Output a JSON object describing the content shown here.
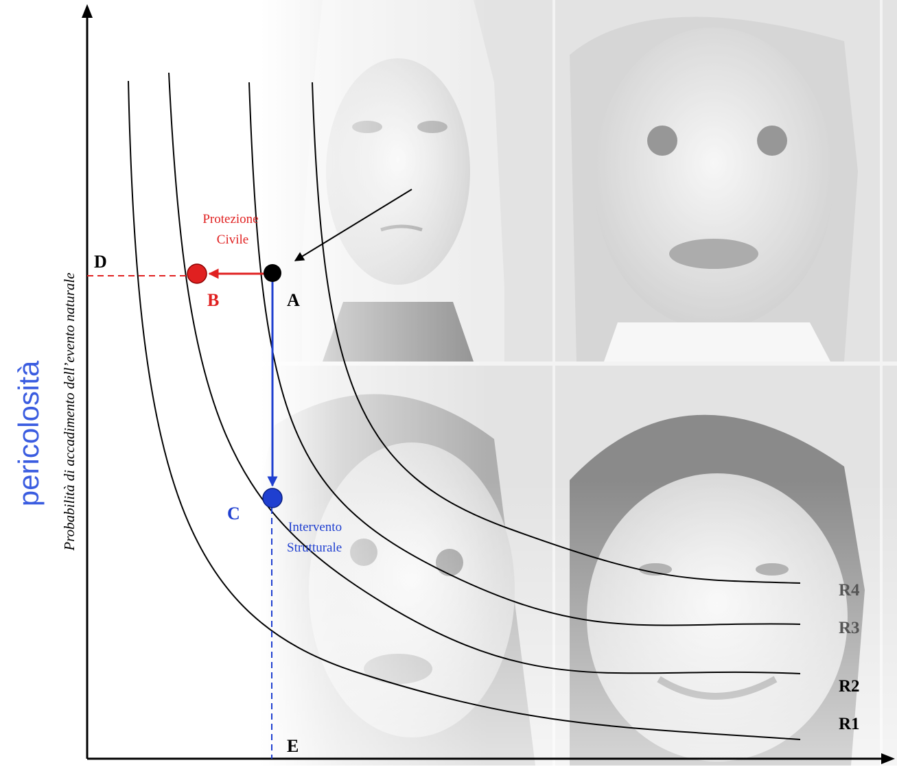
{
  "axis": {
    "y_title": "pericolosità",
    "y_caption": "Probabilità di accadimento dell’evento naturale"
  },
  "curves": [
    {
      "id": "R1",
      "label": "R1"
    },
    {
      "id": "R2",
      "label": "R2"
    },
    {
      "id": "R3",
      "label": "R3"
    },
    {
      "id": "R4",
      "label": "R4"
    }
  ],
  "points": {
    "A": {
      "label": "A",
      "color": "#000000"
    },
    "B": {
      "label": "B",
      "color": "#e02020"
    },
    "C": {
      "label": "C",
      "color": "#1f3fd0"
    },
    "D": {
      "label": "D"
    },
    "E": {
      "label": "E"
    }
  },
  "annotations": {
    "civil_protection": [
      "Protezione",
      "Civile"
    ],
    "structural": [
      "Intervento",
      "Strutturale"
    ]
  },
  "colors": {
    "red": "#e02020",
    "blue": "#1f3fd0",
    "hazard_title": "#3a5ce0",
    "photo_bg": "#d6d6d6"
  }
}
